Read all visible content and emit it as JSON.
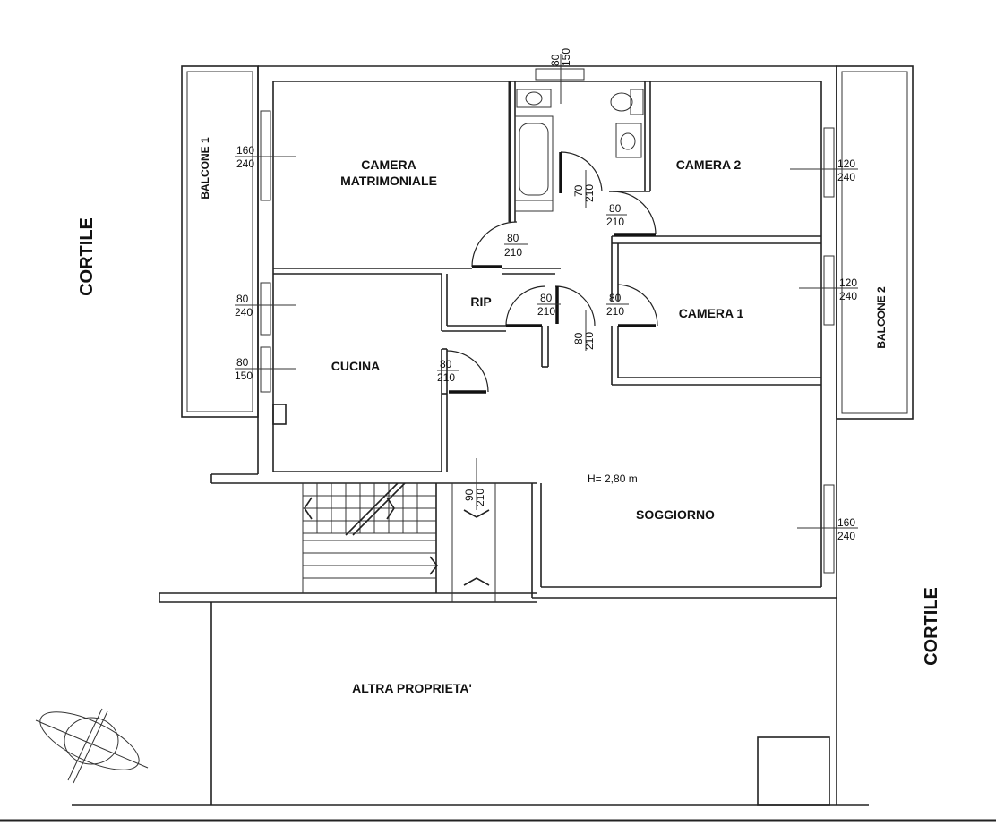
{
  "plan": {
    "rooms": {
      "camera_matrimoniale_l1": "CAMERA",
      "camera_matrimoniale_l2": "MATRIMONIALE",
      "camera2": "CAMERA 2",
      "camera1": "CAMERA 1",
      "rip": "RIP",
      "cucina": "CUCINA",
      "soggiorno": "SOGGIORNO",
      "altra_proprieta": "ALTRA PROPRIETA'"
    },
    "outside": {
      "cortile_left": "CORTILE",
      "cortile_right": "CORTILE",
      "balcone1": "BALCONE 1",
      "balcone2": "BALCONE 2"
    },
    "height_note": "H= 2,80 m",
    "windows": {
      "camera_matrimoniale": [
        "160",
        "240"
      ],
      "cucina_upper": [
        "80",
        "240"
      ],
      "cucina_lower": [
        "80",
        "150"
      ],
      "camera2": [
        "120",
        "240"
      ],
      "camera1": [
        "120",
        "240"
      ],
      "soggiorno": [
        "160",
        "240"
      ],
      "bagno": [
        "80",
        "150"
      ]
    },
    "doors": {
      "camera_matrimoniale": [
        "80",
        "210"
      ],
      "bagno": [
        "70",
        "210"
      ],
      "camera2": [
        "80",
        "210"
      ],
      "rip": [
        "80",
        "210"
      ],
      "camera1": [
        "80",
        "210"
      ],
      "hall": [
        "80",
        "210"
      ],
      "cucina": [
        "80",
        "210"
      ],
      "ingresso": [
        "90",
        "210"
      ]
    }
  }
}
